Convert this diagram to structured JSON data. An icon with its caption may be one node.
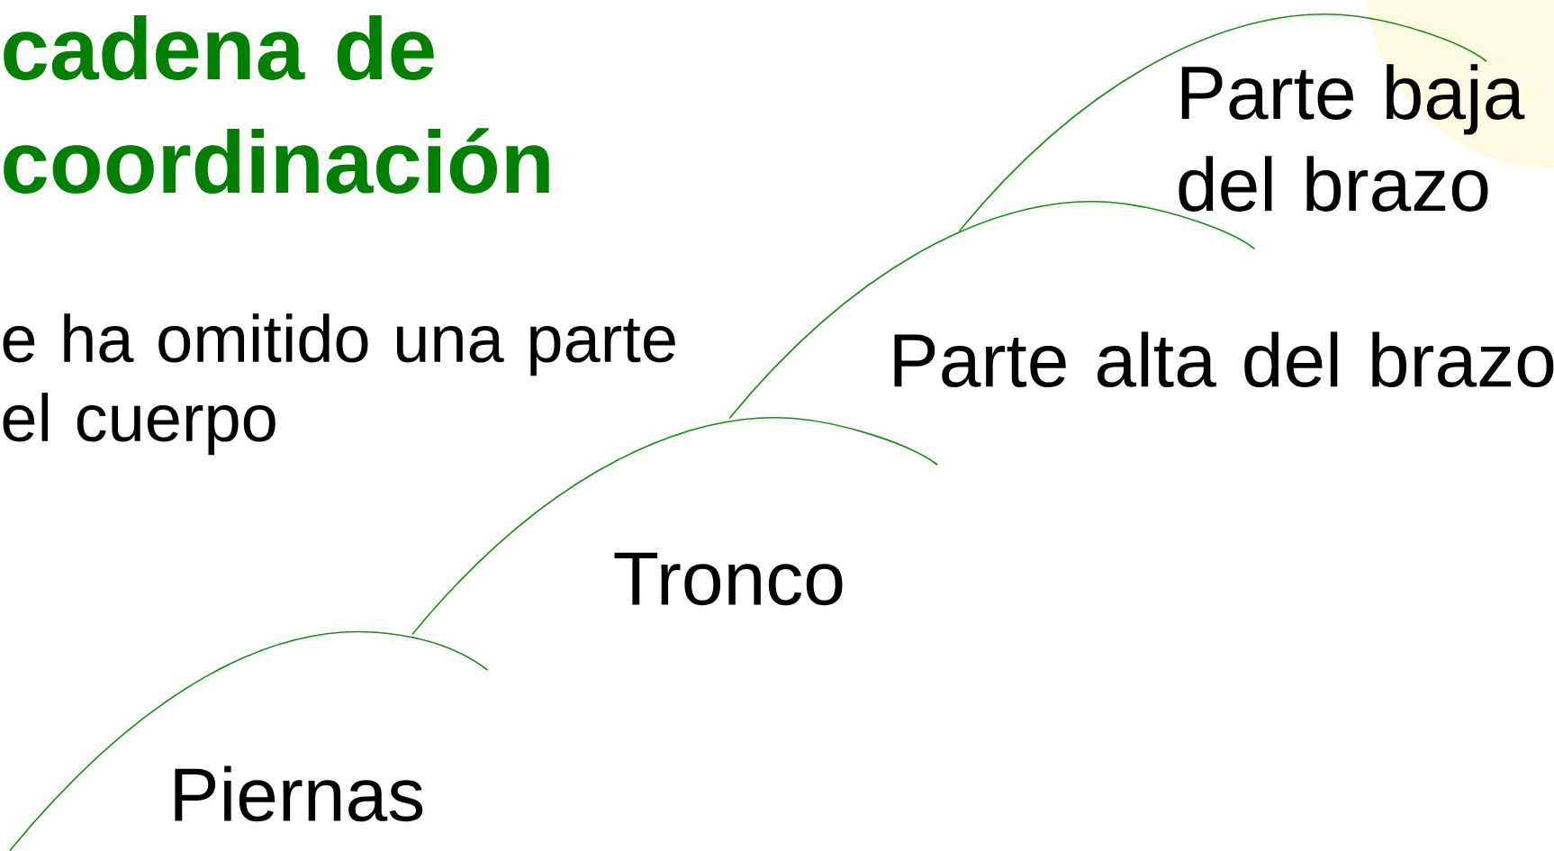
{
  "diagram": {
    "title": "cadena de coordinación",
    "labels": [
      "e ha omitido una parte el cuerpo",
      "Piernas",
      "Tronco",
      "Parte alta del brazo",
      "Parte baja del brazo"
    ]
  }
}
